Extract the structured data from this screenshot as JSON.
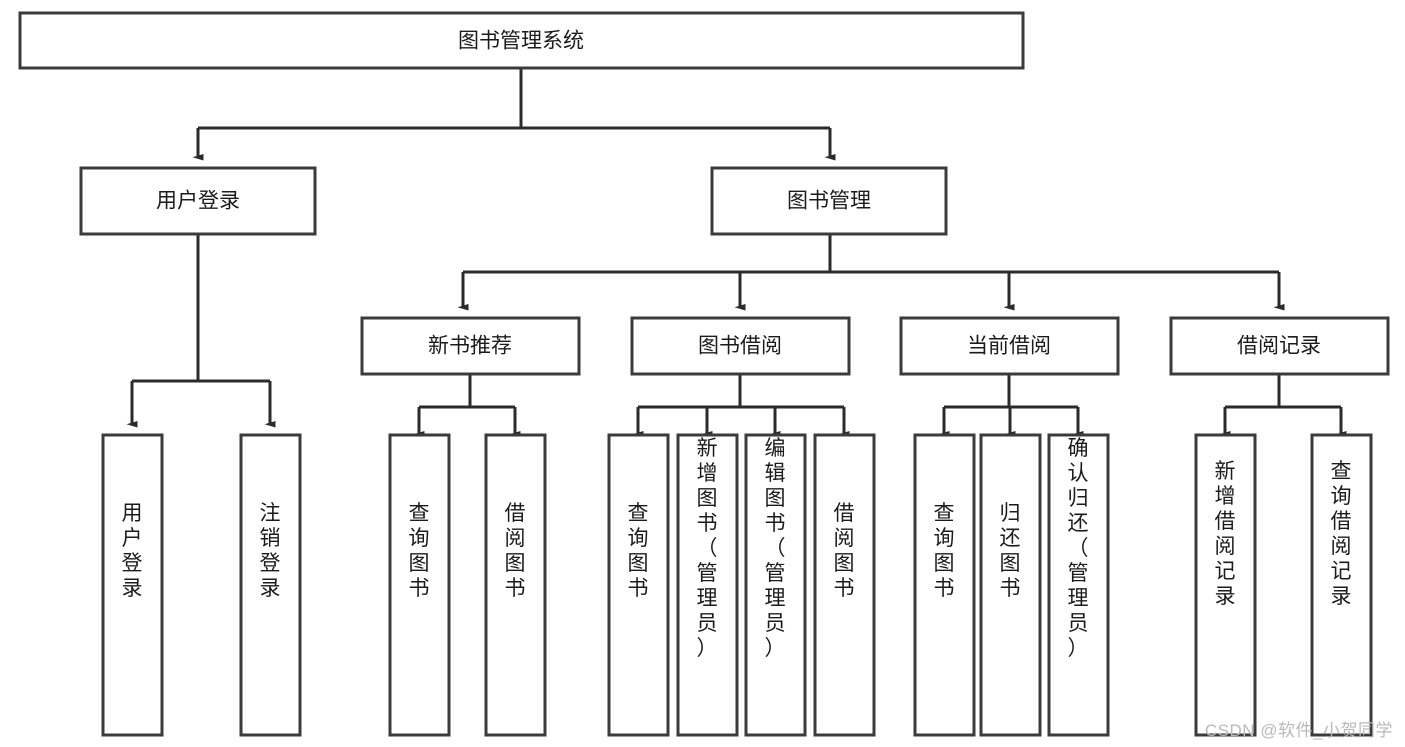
{
  "diagram": {
    "type": "tree",
    "title": "图书管理系统",
    "watermark": "CSDN @软件_小贺同学",
    "levels": {
      "root": {
        "label": "图书管理系统"
      },
      "level2": [
        {
          "id": "user-login",
          "label": "用户登录"
        },
        {
          "id": "book-manage",
          "label": "图书管理"
        }
      ],
      "level3": [
        {
          "id": "new-book-recommend",
          "label": "新书推荐",
          "parent": "book-manage"
        },
        {
          "id": "book-borrow",
          "label": "图书借阅",
          "parent": "book-manage"
        },
        {
          "id": "current-borrow",
          "label": "当前借阅",
          "parent": "book-manage"
        },
        {
          "id": "borrow-record",
          "label": "借阅记录",
          "parent": "book-manage"
        }
      ],
      "leaves": [
        {
          "id": "leaf-user-login",
          "label": "用户登录",
          "parent": "user-login"
        },
        {
          "id": "leaf-logout-login",
          "label": "注销登录",
          "parent": "user-login"
        },
        {
          "id": "leaf-query-book-1",
          "label": "查询图书",
          "parent": "new-book-recommend"
        },
        {
          "id": "leaf-borrow-book-1",
          "label": "借阅图书",
          "parent": "new-book-recommend"
        },
        {
          "id": "leaf-query-book-2",
          "label": "查询图书",
          "parent": "book-borrow"
        },
        {
          "id": "leaf-add-book",
          "label": "新增图书（管理员）",
          "parent": "book-borrow"
        },
        {
          "id": "leaf-edit-book",
          "label": "编辑图书（管理员）",
          "parent": "book-borrow"
        },
        {
          "id": "leaf-borrow-book-2",
          "label": "借阅图书",
          "parent": "book-borrow"
        },
        {
          "id": "leaf-query-book-3",
          "label": "查询图书",
          "parent": "current-borrow"
        },
        {
          "id": "leaf-return-book",
          "label": "归还图书",
          "parent": "current-borrow"
        },
        {
          "id": "leaf-confirm-return",
          "label": "确认归还（管理员）",
          "parent": "current-borrow"
        },
        {
          "id": "leaf-add-record",
          "label": "新增借阅记录",
          "parent": "borrow-record"
        },
        {
          "id": "leaf-query-record",
          "label": "查询借阅记录",
          "parent": "borrow-record"
        }
      ]
    },
    "colors": {
      "box_stroke": "#3b3b3b",
      "connector": "#2b2b2b",
      "box_fill": "#ffffff",
      "text": "#1b1b1b",
      "watermark": "#b9b9b9",
      "background": "#ffffff"
    }
  }
}
